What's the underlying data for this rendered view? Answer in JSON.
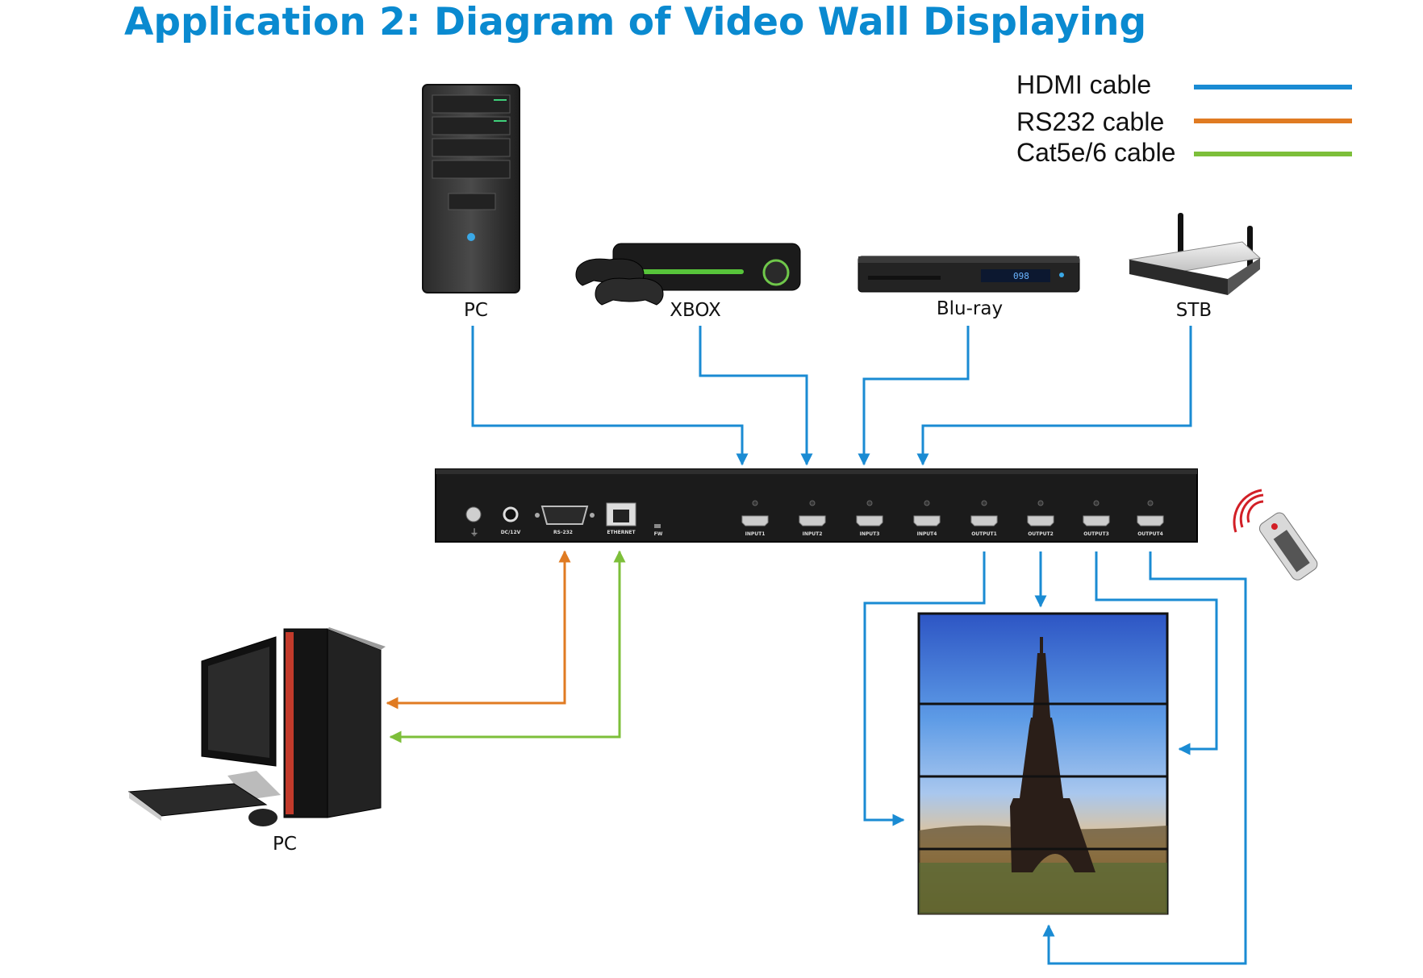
{
  "title": "Application 2: Diagram of Video Wall Displaying",
  "legend": {
    "hdmi": {
      "label": "HDMI cable",
      "color": "#1a8bd3"
    },
    "rs232": {
      "label": "RS232 cable",
      "color": "#e07b22"
    },
    "cat": {
      "label": "Cat5e/6 cable",
      "color": "#7dbf3a"
    }
  },
  "sources": {
    "pc": "PC",
    "xbox": "XBOX",
    "bluray": "Blu-ray",
    "stb": "STB"
  },
  "control_pc": "PC",
  "bluray_display": "098",
  "matrix": {
    "ground": "⏚",
    "dc": "DC/12V",
    "rs232": "RS-232",
    "ethernet": "ETHERNET",
    "fw": "FW",
    "input1": "INPUT1",
    "input2": "INPUT2",
    "input3": "INPUT3",
    "input4": "INPUT4",
    "output1": "OUTPUT1",
    "output2": "OUTPUT2",
    "output3": "OUTPUT3",
    "output4": "OUTPUT4"
  }
}
